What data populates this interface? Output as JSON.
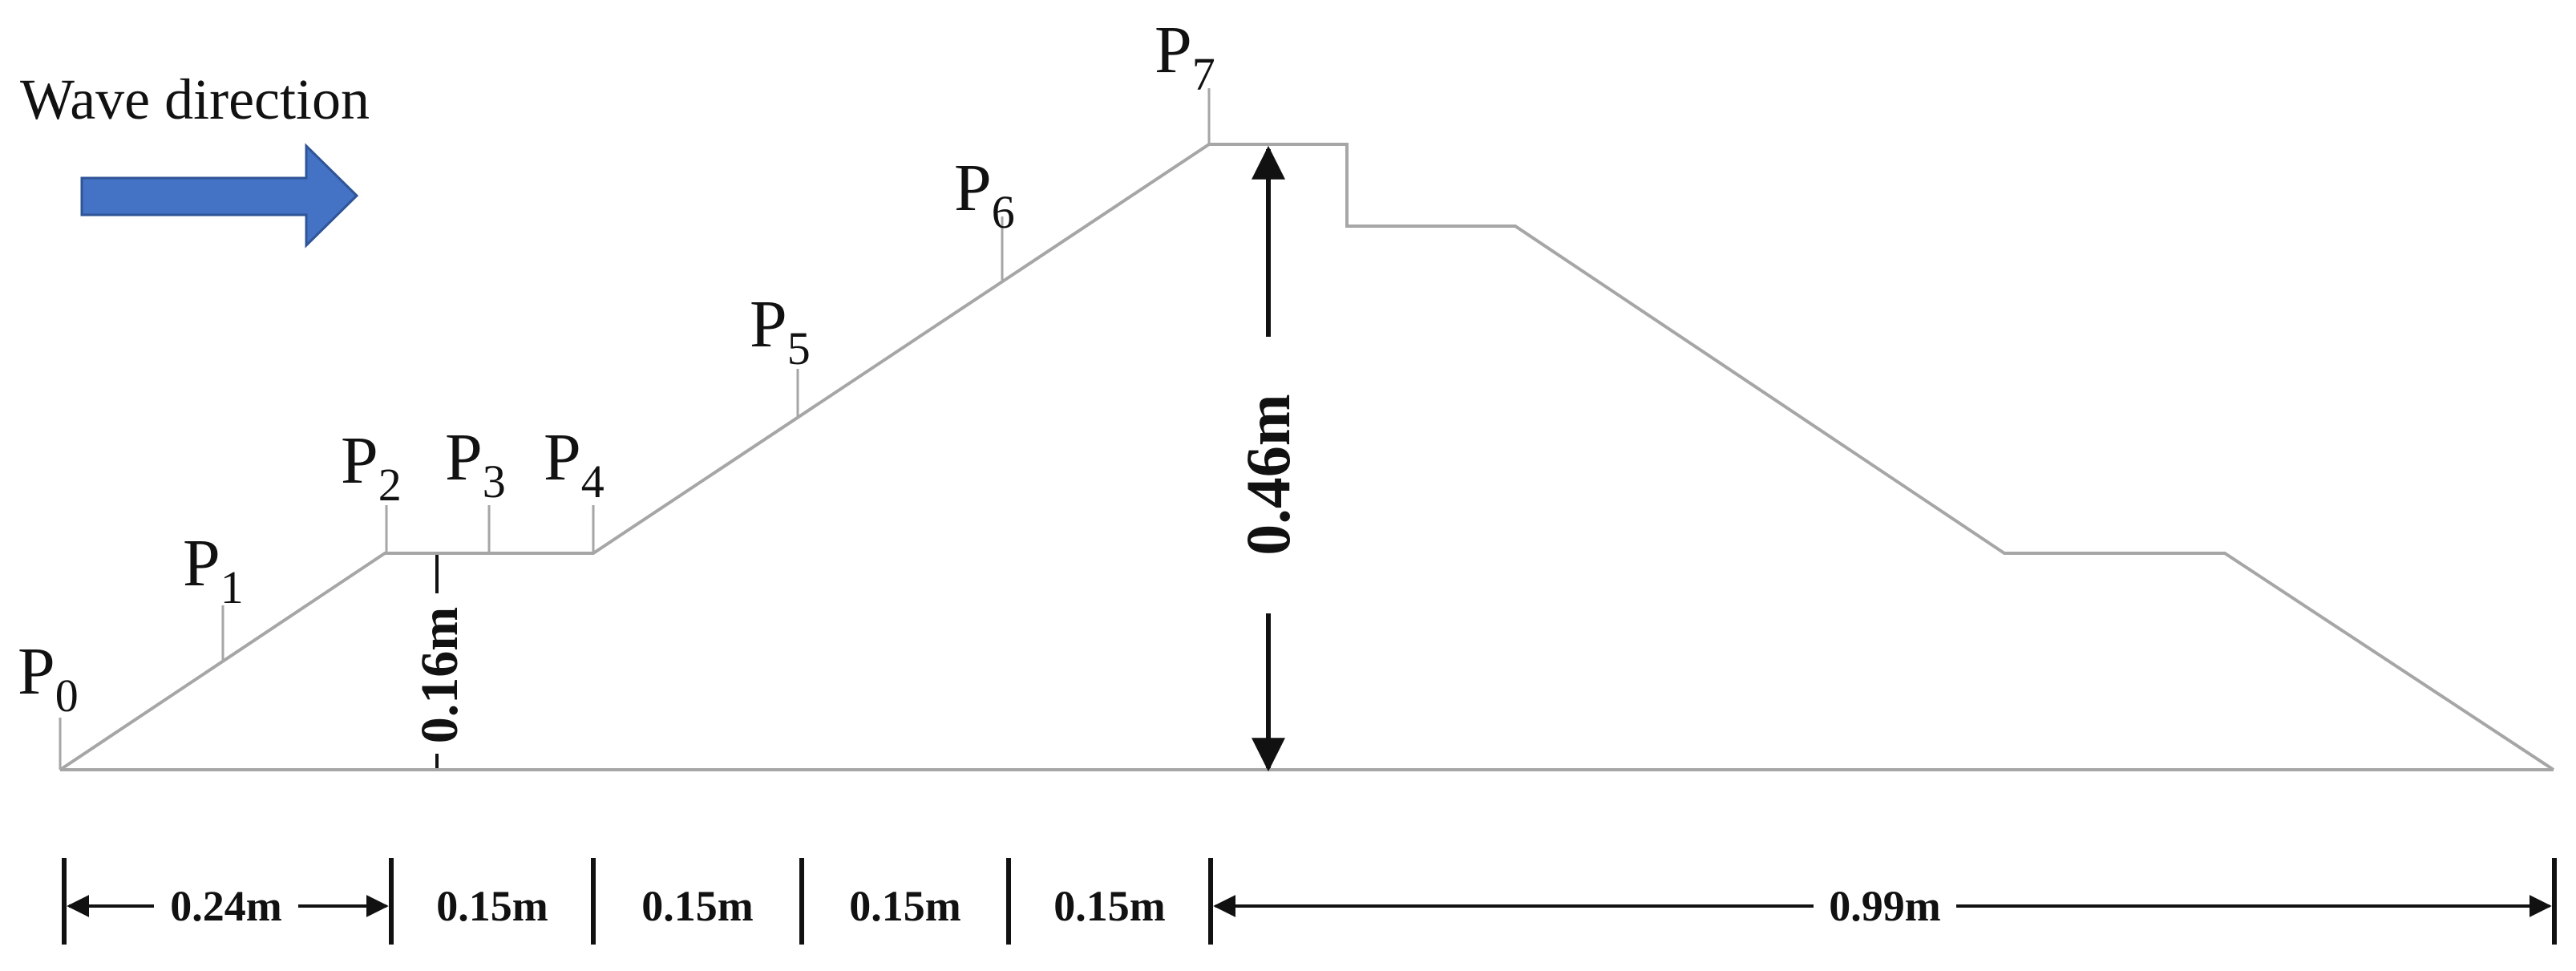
{
  "title": "Wave direction",
  "colors": {
    "arrow_fill": "#4472c4",
    "arrow_stroke": "#2f5597",
    "profile_line": "#a6a6a6",
    "dimension_line": "#111111"
  },
  "points": [
    {
      "letter": "P",
      "sub": "0"
    },
    {
      "letter": "P",
      "sub": "1"
    },
    {
      "letter": "P",
      "sub": "2"
    },
    {
      "letter": "P",
      "sub": "3"
    },
    {
      "letter": "P",
      "sub": "4"
    },
    {
      "letter": "P",
      "sub": "5"
    },
    {
      "letter": "P",
      "sub": "6"
    },
    {
      "letter": "P",
      "sub": "7"
    }
  ],
  "dimensions": {
    "horizontal": [
      "0.24m",
      "0.15m",
      "0.15m",
      "0.15m",
      "0.15m",
      "0.99m"
    ],
    "berm_height": "0.16m",
    "crest_height": "0.46m"
  }
}
